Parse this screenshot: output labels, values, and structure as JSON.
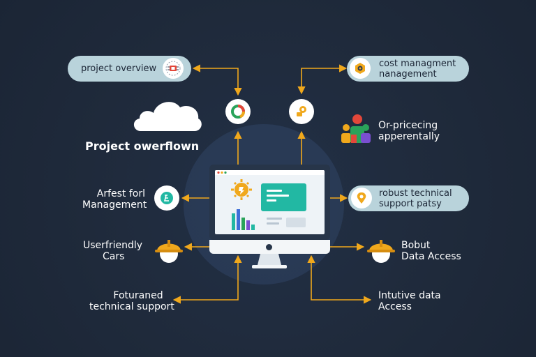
{
  "title": "Project owerflown",
  "pills": {
    "project_overview": "project overview",
    "cost_line1": "cost managment",
    "cost_line2": "nanagement",
    "robust_line1": "robust technical",
    "robust_line2": "support patsy"
  },
  "labels": {
    "arfest_line1": "Arfest forl",
    "arfest_line2": "Management",
    "user_line1": "Userfriendly",
    "user_line2": "Cars",
    "bobut_line1": "Bobut",
    "bobut_line2": "Data Access",
    "fot_line1": "Foturaned",
    "fot_line2": "technical support",
    "int_line1": "Intutive data",
    "int_line2": "Access",
    "orp_line1": "Or-pricecing",
    "orp_line2": "apperentally"
  },
  "colors": {
    "background": "#1f2a3b",
    "pill": "#b9d3db",
    "arrow": "#f0a81c",
    "screen_teal": "#22b8a3"
  },
  "icons": {
    "project_overview": "circuit-chip-icon",
    "cost": "gear-badge-icon",
    "robust": "location-pin-icon",
    "arfest": "currency-icon",
    "top_left": "pie-chart-icon",
    "top_right": "lightbulb-icon",
    "cloud": "cloud-icon",
    "people": "team-icon",
    "worker": "hard-hat-worker-icon",
    "monitor": "monitor-icon"
  }
}
